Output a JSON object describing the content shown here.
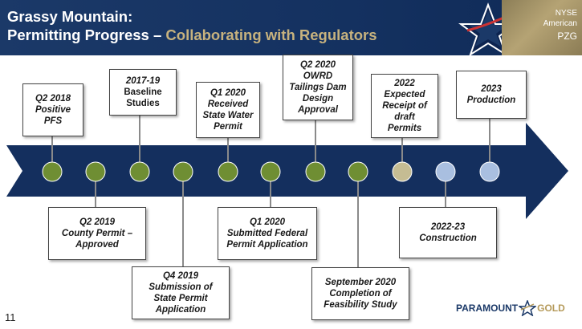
{
  "header": {
    "title_line1": "Grassy Mountain:",
    "title_line2_prefix": "Permitting Progress",
    "title_dash": " – ",
    "title_line2_accent": "Collaborating with Regulators"
  },
  "badge": {
    "line1": "NYSE",
    "line2": "American",
    "line3": "PZG"
  },
  "timeline": {
    "top": [
      {
        "line1": "Q2 2018",
        "line2": "Positive",
        "line3": "PFS",
        "line4": ""
      },
      {
        "line1": "2017-19",
        "line2": "Baseline",
        "line3": "Studies",
        "line4": ""
      },
      {
        "line1": "Q1 2020",
        "line2": "Received",
        "line3": "State Water",
        "line4": "Permit"
      },
      {
        "line1": "Q2 2020",
        "line2": "OWRD",
        "line3": "Tailings Dam",
        "line4": "Design",
        "line5": "Approval"
      },
      {
        "line1": "2022",
        "line2": "Expected",
        "line3": "Receipt of",
        "line4": "draft",
        "line5": "Permits"
      },
      {
        "line1": "2023",
        "line2": "Production",
        "line3": "",
        "line4": ""
      }
    ],
    "bottom": [
      {
        "line1": "Q2 2019",
        "line2": "County Permit –",
        "line3": "Approved"
      },
      {
        "line1": "Q4 2019",
        "line2": "Submission of",
        "line3": "State Permit",
        "line4": "Application"
      },
      {
        "line1": "Q1 2020",
        "line2": "Submitted Federal",
        "line3": "Permit Application"
      },
      {
        "line1": "September 2020",
        "line2": "Completion of",
        "line3": "Feasibility Study"
      },
      {
        "line1": "2022-23",
        "line2": "Construction"
      }
    ]
  },
  "colors": {
    "arrow": "#142f5e",
    "completed_dot": "#6f8e33",
    "in_progress_dot": "#c5bc93",
    "future_dot": "#a9bfe0"
  },
  "footer": {
    "page_number": "11",
    "logo_text_1": "PARAMOUNT",
    "logo_text_2": "GOLD"
  }
}
